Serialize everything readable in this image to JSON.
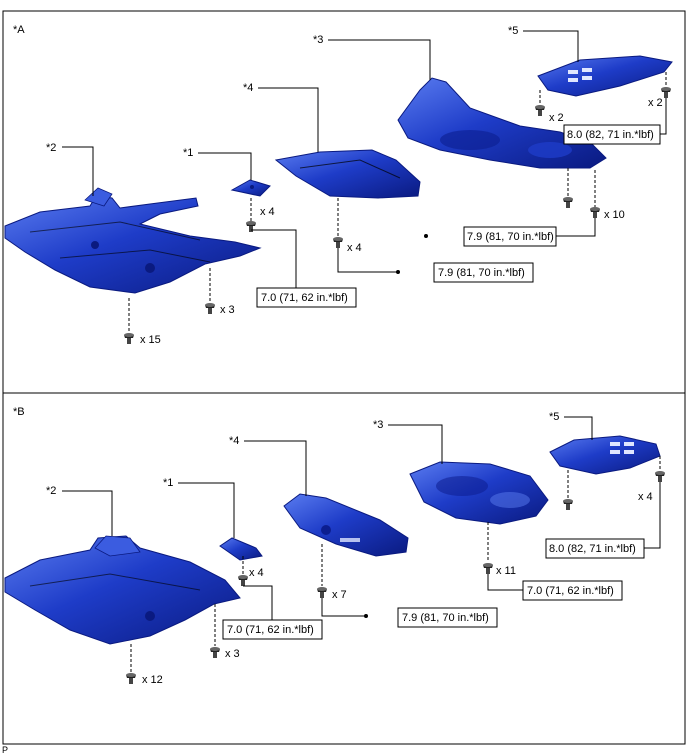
{
  "panels": {
    "A": {
      "tag": "*A",
      "callouts": {
        "c1": "*1",
        "c2": "*2",
        "c3": "*3",
        "c4": "*4",
        "c5": "*5"
      },
      "qty": {
        "p1": "x 4",
        "p2a": "x 15",
        "p2b": "x 3",
        "p3": "x 10",
        "p4": "x 4",
        "p5a": "x 2",
        "p5b": "x 2"
      },
      "torque": {
        "t1": "7.0 (71, 62 in.*lbf)",
        "t3": "7.9 (81, 70 in.*lbf)",
        "t4": "7.9 (81, 70 in.*lbf)",
        "t5": "8.0 (82, 71 in.*lbf)"
      }
    },
    "B": {
      "tag": "*B",
      "callouts": {
        "c1": "*1",
        "c2": "*2",
        "c3": "*3",
        "c4": "*4",
        "c5": "*5"
      },
      "qty": {
        "p1": "x 4",
        "p2a": "x 12",
        "p2b": "x 3",
        "p3": "x 11",
        "p4": "x 7",
        "p5": "x 4"
      },
      "torque": {
        "t1": "7.0 (71, 62 in.*lbf)",
        "t3": "7.0 (71, 62 in.*lbf)",
        "t4": "7.9 (81, 70 in.*lbf)",
        "t5": "8.0 (82, 71 in.*lbf)"
      }
    }
  },
  "footer": {
    "code": "P"
  },
  "colors": {
    "part_fill": "#1e3cc8",
    "part_dark": "#0a1a80",
    "part_light": "#5a7cf0"
  }
}
